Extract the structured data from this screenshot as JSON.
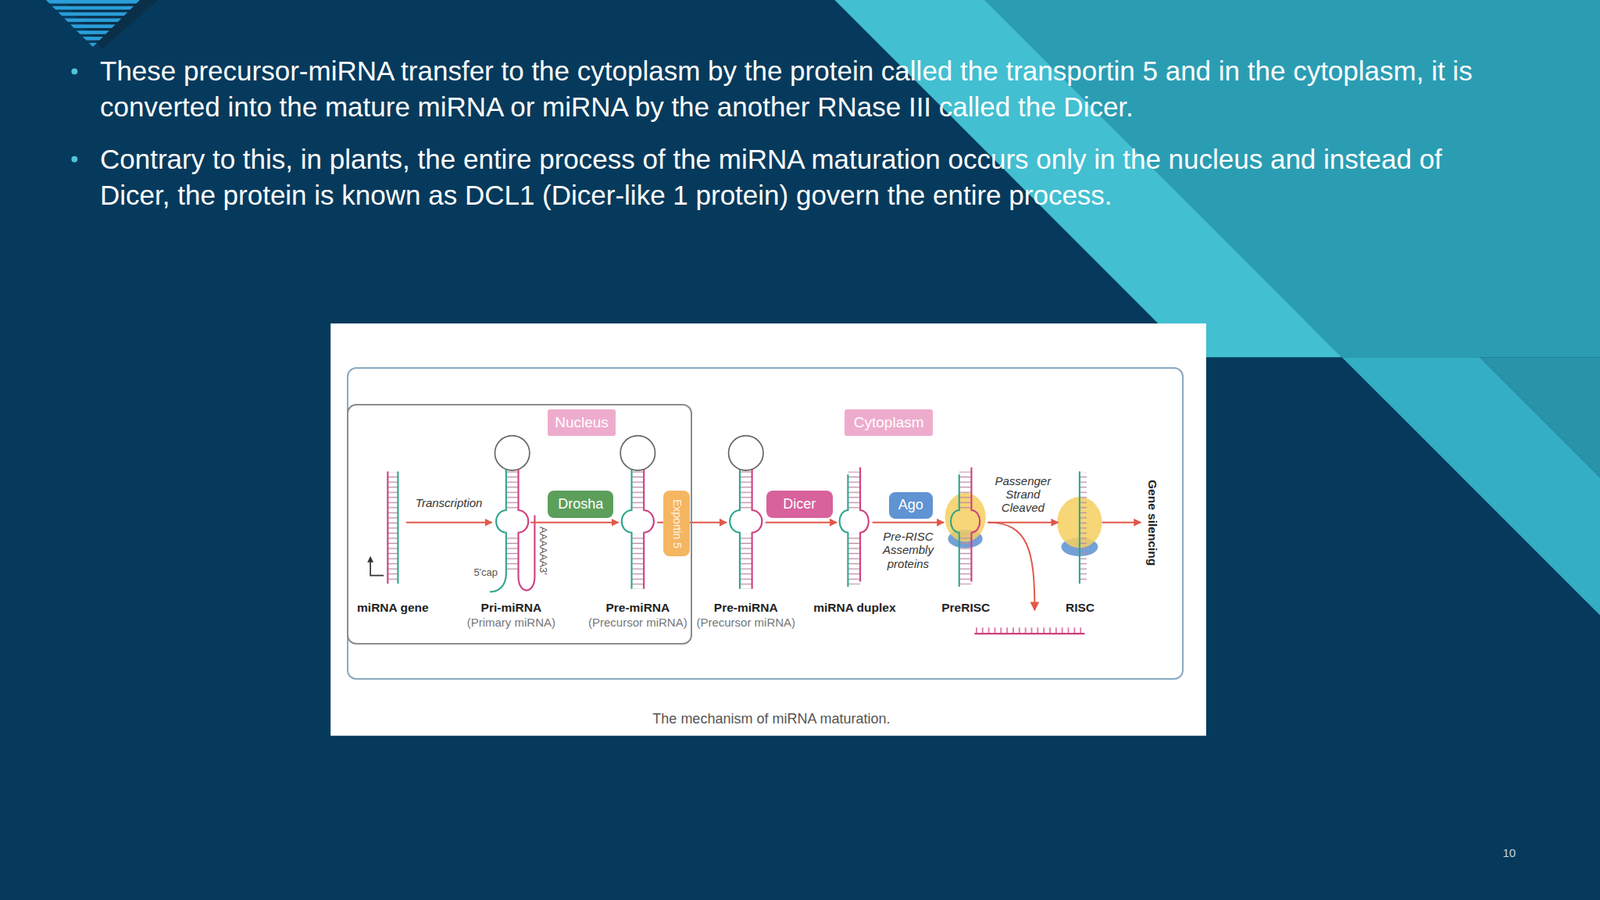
{
  "diagram": {
    "caption": "The mechanism of miRNA maturation.",
    "nodes": [
      {
        "text": [
          "Cytoplasm"
        ]
      },
      {
        "text": [
          "Nucleus"
        ],
        "in": 0
      },
      {
        "text": [
          "miRNA gene"
        ],
        "in": 1
      },
      {
        "text": [
          "Pri-miRNA",
          "(Primary miRNA)"
        ],
        "in": 1
      },
      {
        "text": [
          "Drosha"
        ],
        "in": 1
      },
      {
        "text": [
          "Pre-miRNA",
          "(Precursor miRNA)"
        ],
        "in": 1
      },
      {
        "text": [
          "Exportin 5"
        ],
        "in": 0
      },
      {
        "text": [
          "Pre-miRNA",
          "(Precursor miRNA)"
        ],
        "in": 0
      },
      {
        "text": [
          "Dicer"
        ],
        "in": 0
      },
      {
        "text": [
          "miRNA duplex"
        ],
        "in": 0
      },
      {
        "text": [
          "Ago"
        ],
        "in": 0
      },
      {
        "text": [
          "PreRISC"
        ],
        "in": 0
      },
      {
        "text": [
          "RISC"
        ],
        "in": 0
      },
      {
        "text": [
          "Gene silencing"
        ],
        "in": 0
      }
    ],
    "edges": [
      {
        "from": 2,
        "to": 3,
        "label": "Transcription",
        "arrow": "to"
      },
      {
        "from": 3,
        "to": 5,
        "arrow": "to"
      },
      {
        "from": 5,
        "to": 7,
        "arrow": "to"
      },
      {
        "from": 7,
        "to": 9,
        "arrow": "to"
      },
      {
        "from": 9,
        "to": 11,
        "arrow": "to"
      },
      {
        "from": 11,
        "to": 12,
        "label": "Passenger Strand Cleaved",
        "arrow": "to"
      },
      {
        "from": 12,
        "to": 13,
        "arrow": "to"
      }
    ],
    "labels": [
      "These precursor-miRNA transfer to the cytoplasm by the protein called the transportin 5 and in the cytoplasm, it is converted into the mature miRNA or miRNA by the another RNase III called the Dicer.",
      "Contrary to this, in plants, the entire process of the miRNA maturation occurs only in the nucleus and instead of Dicer, the protein is known as DCL1 (Dicer-like 1 protein) govern the entire process.",
      "5'cap",
      "AAAAAA3'",
      "Pre-RISC Assembly proteins",
      "10"
    ]
  }
}
